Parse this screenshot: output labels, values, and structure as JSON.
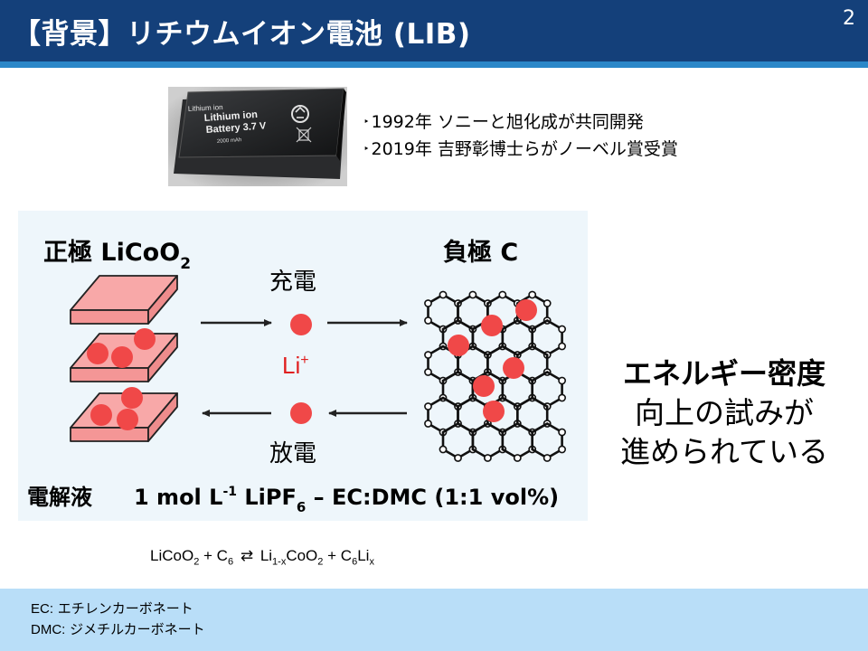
{
  "header": {
    "title": "【背景】リチウムイオン電池 (LIB)",
    "page_number": "2"
  },
  "photo": {
    "label_line1": "Lithium ion",
    "label_line2": "Lithium ion",
    "label_line3": "Battery 3.7 V",
    "label_line4": "2000 mAh"
  },
  "facts": [
    {
      "bullet": "‣",
      "text": "1992年 ソニーと旭化成が共同開発"
    },
    {
      "bullet": "‣",
      "text": "2019年 吉野彰博士らがノーベル賞受賞"
    }
  ],
  "diagram": {
    "cathode_label": "正極 LiCoO",
    "cathode_sub": "2",
    "anode_label": "負極 C",
    "charge_label": "充電",
    "discharge_label": "放電",
    "ion_label": "Li",
    "ion_sup": "+",
    "electrolyte_label": "電解液",
    "electrolyte_prefix": "1 mol L",
    "electrolyte_exp": "-1",
    "electrolyte_mid": " LiPF",
    "electrolyte_sub": "6",
    "electrolyte_suffix": " – EC:DMC (1:1 vol%)",
    "colors": {
      "plate_fill": "#f8a8a8",
      "plate_stroke": "#222222",
      "ion": "#f04848",
      "ion_text": "#e02020",
      "panel": "#eef6fb"
    }
  },
  "equation": {
    "t1": "LiCoO",
    "s1": "2",
    "t2": " + C",
    "s2": "6",
    "arrow": "⇄",
    "t3": " Li",
    "s3": "1-x",
    "t4": "CoO",
    "s4": "2",
    "t5": " + C",
    "s5": "6",
    "t6": "Li",
    "s6": "x"
  },
  "callout": {
    "line1": "エネルギー密度",
    "line2": "向上の試みが",
    "line3": "進められている"
  },
  "glossary": [
    {
      "term": "EC:",
      "definition": " エチレンカーボネート"
    },
    {
      "term": "DMC:",
      "definition": " ジメチルカーボネート"
    }
  ]
}
